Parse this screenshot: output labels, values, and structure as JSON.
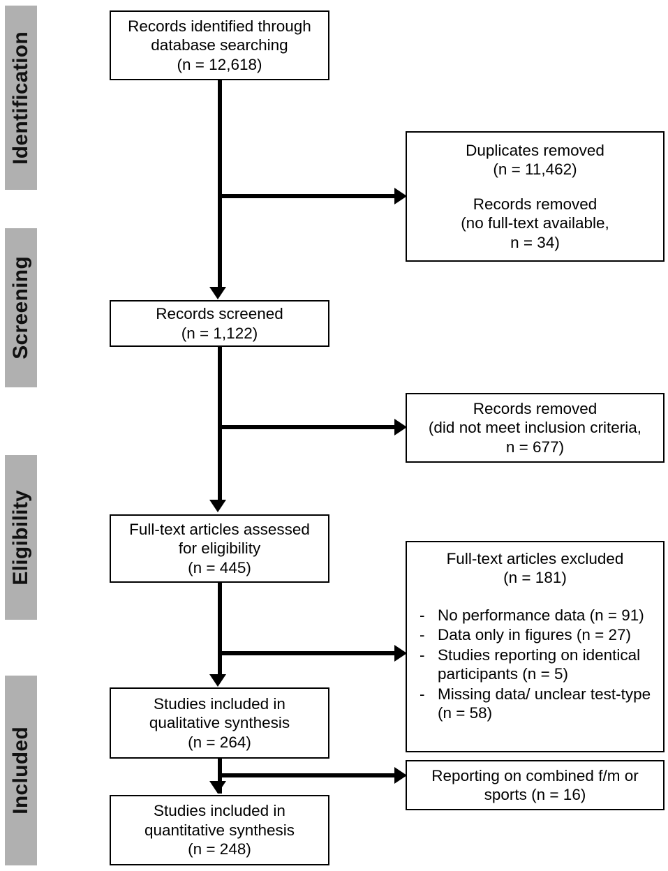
{
  "diagram": {
    "title": "PRISMA study selection flow diagram",
    "colors": {
      "stage_bar_gray": "#b0b0b0",
      "box_border": "#000000",
      "box_fill": "#ffffff",
      "connector": "#000000",
      "text": "#000000"
    }
  },
  "stages": [
    {
      "label": "Identification"
    },
    {
      "label": "Screening"
    },
    {
      "label": "Eligibility"
    },
    {
      "label": "Included"
    }
  ],
  "boxes": {
    "identified": {
      "line1": "Records identified through",
      "line2": "database searching",
      "line3": "(n = 12,618)",
      "n": 12618
    },
    "duplicates_removed": {
      "line1": "Duplicates removed",
      "line2": "(n = 11,462)",
      "line3": "Records removed",
      "line4": "(no full-text available,",
      "line5": "n = 34)",
      "duplicates_n": 11462,
      "no_fulltext_n": 34
    },
    "screened": {
      "line1": "Records screened",
      "line2": "(n = 1,122)",
      "n": 1122
    },
    "records_removed": {
      "line1": "Records removed",
      "line2": "(did not meet inclusion criteria,",
      "line3": "n = 677)",
      "n": 677
    },
    "fulltext_assessed": {
      "line1": "Full-text articles assessed",
      "line2": "for eligibility",
      "line3": "(n = 445)",
      "n": 445
    },
    "fulltext_excluded": {
      "head1": "Full-text articles excluded",
      "head2": "(n = 181)",
      "n": 181,
      "dash": "-",
      "reasons": [
        {
          "text": "No performance data (n = 91)",
          "n": 91
        },
        {
          "text": "Data only in figures (n = 27)",
          "n": 27
        },
        {
          "text": "Studies reporting on identical participants (n = 5)",
          "n": 5
        },
        {
          "text": "Missing data/ unclear test-type (n = 58)",
          "n": 58
        }
      ]
    },
    "qualitative": {
      "line1": "Studies included in",
      "line2": "qualitative synthesis",
      "line3": "(n = 264)",
      "n": 264
    },
    "combined_removed": {
      "line1": "Reporting on combined f/m or",
      "line2": "sports (n = 16)",
      "n": 16
    },
    "quantitative": {
      "line1": "Studies included in",
      "line2": "quantitative synthesis",
      "line3": "(n = 248)",
      "n": 248
    }
  }
}
